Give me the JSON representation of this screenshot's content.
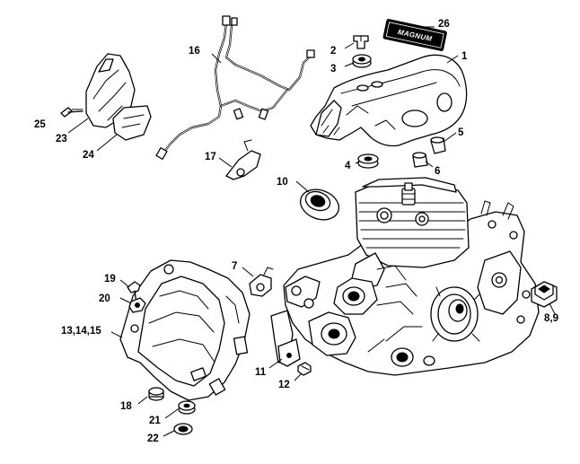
{
  "callouts": [
    {
      "id": "c1",
      "label": "1"
    },
    {
      "id": "c2",
      "label": "2"
    },
    {
      "id": "c3",
      "label": "3"
    },
    {
      "id": "c4",
      "label": "4"
    },
    {
      "id": "c5",
      "label": "5"
    },
    {
      "id": "c6",
      "label": "6"
    },
    {
      "id": "c7",
      "label": "7"
    },
    {
      "id": "c8",
      "label": "8,9"
    },
    {
      "id": "c10",
      "label": "10"
    },
    {
      "id": "c11",
      "label": "11"
    },
    {
      "id": "c12",
      "label": "12"
    },
    {
      "id": "c13",
      "label": "13,14,15"
    },
    {
      "id": "c16",
      "label": "16"
    },
    {
      "id": "c17",
      "label": "17"
    },
    {
      "id": "c18",
      "label": "18"
    },
    {
      "id": "c19",
      "label": "19"
    },
    {
      "id": "c20",
      "label": "20"
    },
    {
      "id": "c21",
      "label": "21"
    },
    {
      "id": "c22",
      "label": "22"
    },
    {
      "id": "c23",
      "label": "23"
    },
    {
      "id": "c24",
      "label": "24"
    },
    {
      "id": "c25",
      "label": "25"
    },
    {
      "id": "c26",
      "label": "26"
    }
  ],
  "logo_text": "MAGNUM"
}
